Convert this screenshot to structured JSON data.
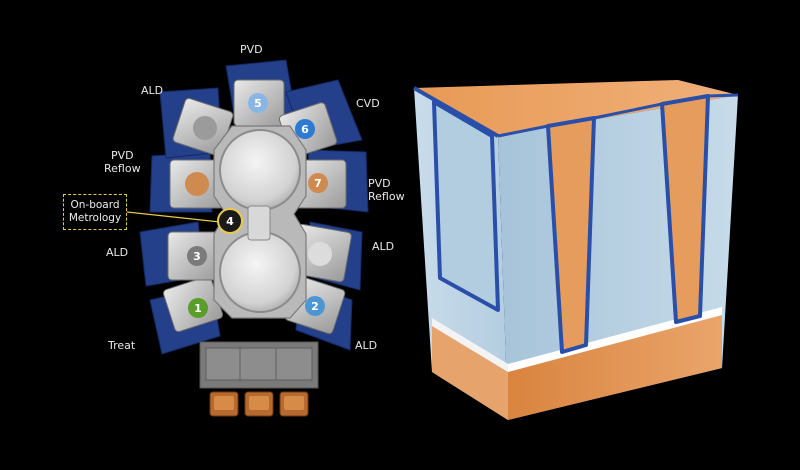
{
  "labels": {
    "pvd_top": "PVD",
    "cvd": "CVD",
    "pvd_reflow_right": "PVD\nReflow",
    "ald_right": "ALD",
    "ald_bottom_right": "ALD",
    "treat": "Treat",
    "ald_left": "ALD",
    "metrology": "On-board\nMetrology",
    "pvd_reflow_left": "PVD\nReflow",
    "ald_top_left": "ALD"
  },
  "chambers": [
    {
      "id": "1",
      "color": "#5a9e2a"
    },
    {
      "id": "2",
      "color": "#4c96d4"
    },
    {
      "id": "3",
      "color": "#7b7b7b"
    },
    {
      "id": "4",
      "color": "#1a1a1a"
    },
    {
      "id": "5",
      "color": "#8ab6e6"
    },
    {
      "id": "6",
      "color": "#2f79d2"
    },
    {
      "id": "7",
      "color": "#cf8a4f"
    }
  ],
  "colors": {
    "background": "#000000",
    "copper": "#e2924e",
    "dielectric": "#a6c3d9",
    "liner": "#2a4fa8",
    "metrology_frame": "#e8c94a"
  }
}
